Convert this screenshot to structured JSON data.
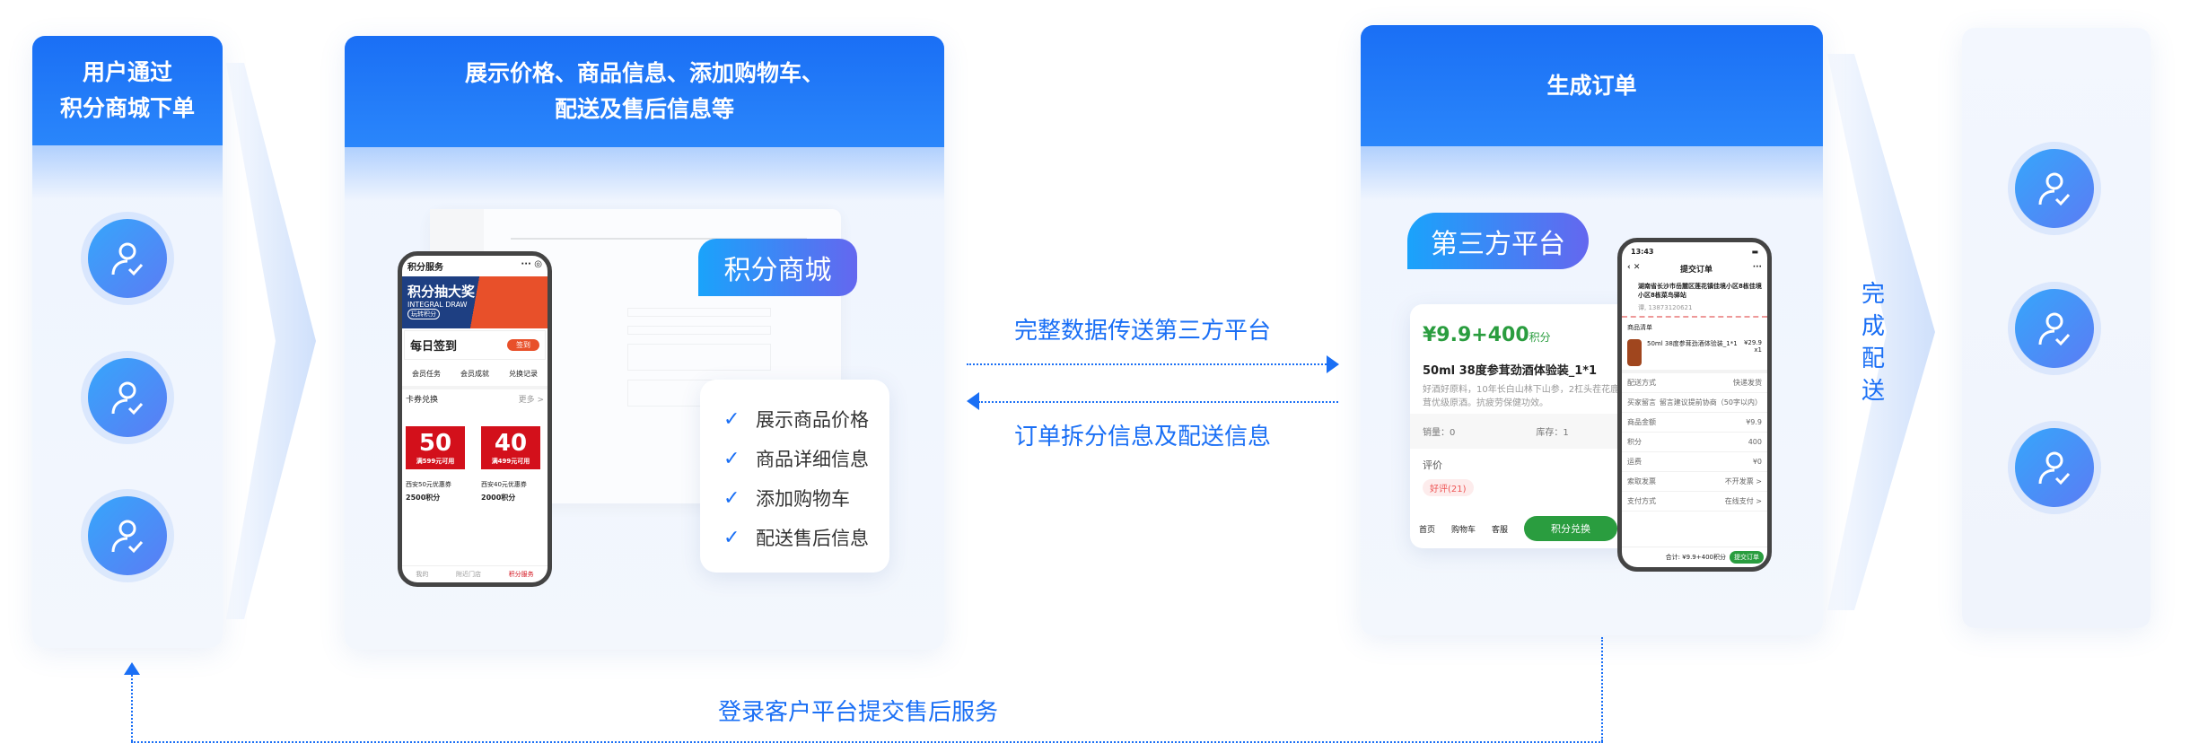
{
  "stage1": {
    "title_line1": "用户通过",
    "title_line2": "积分商城下单",
    "avatars": [
      "user-check-icon",
      "user-check-icon",
      "user-check-icon"
    ]
  },
  "stage2": {
    "title_line1": "展示价格、商品信息、添加购物车、",
    "title_line2": "配送及售后信息等",
    "badge": "积分商城",
    "checklist": [
      "展示商品价格",
      "商品详细信息",
      "添加购物车",
      "配送售后信息"
    ],
    "phone": {
      "title": "积分服务",
      "banner_title": "积分抽大奖",
      "banner_sub": "INTEGRAL DRAW",
      "banner_tag": "玩转积分",
      "signin": "每日签到",
      "signin_btn": "签到",
      "icons": [
        "会员任务",
        "会员成就",
        "兑换记录"
      ],
      "section": "卡券兑换",
      "more": "更多 >",
      "coupons": [
        {
          "amount": "50",
          "cond": "满599元可用",
          "name": "西安50元优惠券",
          "points": "2500积分"
        },
        {
          "amount": "40",
          "cond": "满499元可用",
          "name": "西安40元优惠券",
          "points": "2000积分"
        }
      ],
      "tabs": [
        "我的",
        "附近门店",
        "积分服务"
      ]
    }
  },
  "flow": {
    "forward": "完整数据传送第三方平台",
    "back": "订单拆分信息及配送信息",
    "return": "登录客户平台提交售后服务"
  },
  "stage3": {
    "title": "生成订单",
    "badge": "第三方平台",
    "product": {
      "price": "¥9.9+400",
      "price_unit": "积分",
      "name": "50ml 38度参茸劲酒体验装_1*1",
      "desc": "好酒好原料，10年长白山林下山参，2杠头茬花鹿茸优级原酒。抗疲劳保健功效。",
      "sales": "销量：0",
      "stock": "库存：1",
      "review": "评价",
      "review_tag": "好评(21)",
      "nav": [
        "首页",
        "购物车",
        "客服"
      ],
      "buy": "积分兑换"
    },
    "order": {
      "time": "13:43",
      "title": "提交订单",
      "address": "湖南省长沙市岳麓区莲花镇佳境小区8栋佳境小区8栋菜鸟驿站",
      "phone": "谭, 13873120621",
      "list_title": "商品清单",
      "item": "50ml 38度参茸劲酒体验装_1*1",
      "item_price": "¥29.9",
      "item_qty": "x1",
      "rows": [
        [
          "配送方式",
          "快递发货"
        ],
        [
          "买家留言",
          "留言建议提前协商（50字以内）"
        ],
        [
          "商品金额",
          "¥9.9"
        ],
        [
          "积分",
          "400"
        ],
        [
          "运费",
          "¥0"
        ],
        [
          "索取发票",
          "不开发票 >"
        ],
        [
          "支付方式",
          "在线支付 >"
        ]
      ],
      "total": "合计: ¥9.9+400积分",
      "submit": "提交订单"
    }
  },
  "stage4": {
    "label": "完成配送",
    "avatars": [
      "user-check-icon",
      "user-check-icon",
      "user-check-icon"
    ]
  },
  "colors": {
    "primary": "#1a6ff5",
    "green": "#2a9d3f",
    "red": "#d3101b"
  }
}
